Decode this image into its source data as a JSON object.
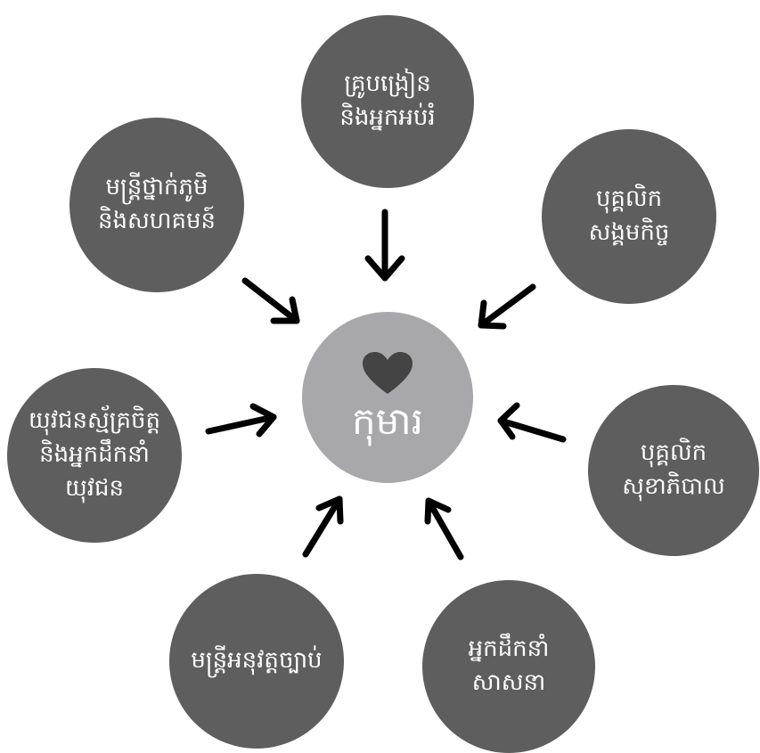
{
  "colors": {
    "node": "#5e5e5e",
    "center": "#a8a8aa",
    "heart": "#444444",
    "arrow": "#000000"
  },
  "center": {
    "title": "កុមារ",
    "icon": "heart-icon"
  },
  "nodes": {
    "teachers": {
      "line1": "គ្រូបង្រៀន",
      "line2": "និងអ្នកអប់រំ"
    },
    "social": {
      "line1": "បុគ្គលិក",
      "line2": "សង្គមកិច្ច"
    },
    "health": {
      "line1": "បុគ្គលិក",
      "line2": "សុខាភិបាល"
    },
    "religious": {
      "line1": "អ្នកដឹកនាំ",
      "line2": "សាសនា"
    },
    "law": {
      "line1": "មន្ត្រីអនុវត្តច្បាប់"
    },
    "youth": {
      "line1": "យុវជនស្ម័គ្រចិត្ត",
      "line2": "និងអ្នកដឹកនាំ",
      "line3": "យុវជន"
    },
    "local": {
      "line1": "មន្ត្រីថ្នាក់ភូមិ",
      "line2": "និងសហគមន៍"
    }
  }
}
